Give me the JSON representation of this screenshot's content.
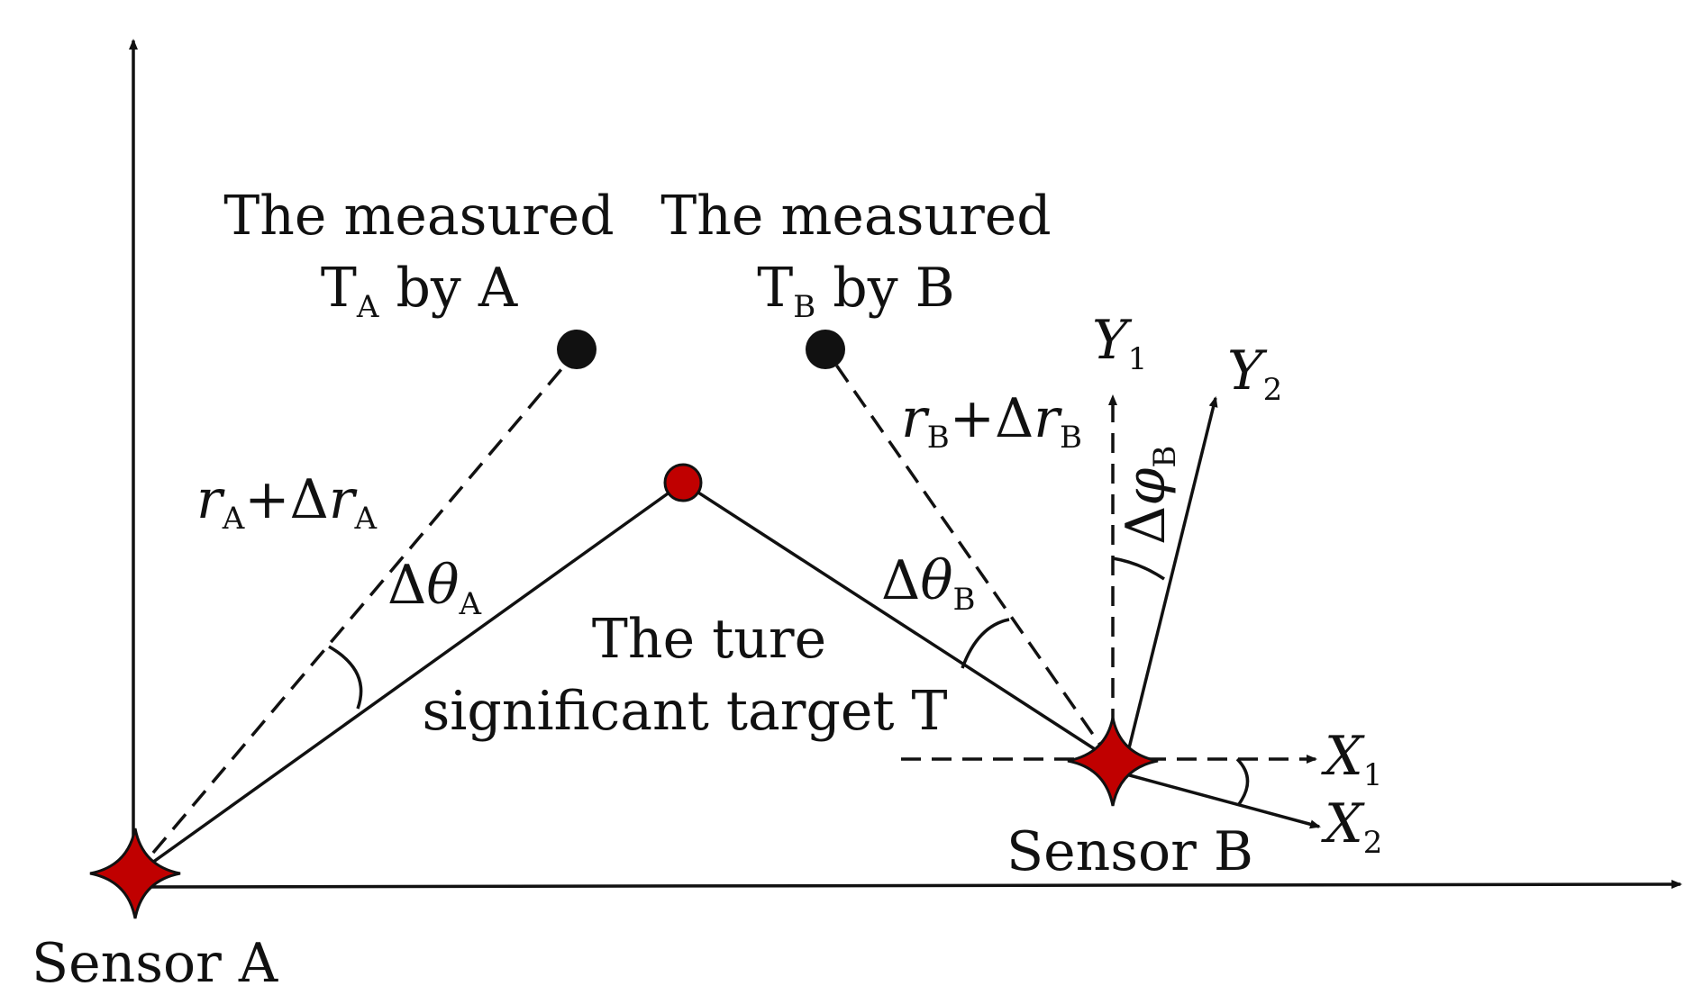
{
  "colors": {
    "ink": "#111111",
    "marker_red": "#c00000",
    "background": "#ffffff"
  },
  "sensors": {
    "a": {
      "label": "Sensor A"
    },
    "b": {
      "label": "Sensor B"
    }
  },
  "targets": {
    "true_target": {
      "line1": "The ture",
      "line2": "significant target T"
    },
    "measured_a": {
      "line1": "The measured",
      "line2_main": "T",
      "line2_sub": "A",
      "line2_rest": " by A"
    },
    "measured_b": {
      "line1": "The measured",
      "line2_main": "T",
      "line2_sub": "B",
      "line2_rest": " by B"
    }
  },
  "math": {
    "range_a": {
      "r": "r",
      "sub": "A",
      "plus_delta": "+Δ"
    },
    "range_b": {
      "r": "r",
      "sub": "B",
      "plus_delta": "+Δ"
    },
    "angle_theta_a": {
      "delta": "Δ",
      "theta": "θ",
      "sub": "A"
    },
    "angle_theta_b": {
      "delta": "Δ",
      "theta": "θ",
      "sub": "B"
    },
    "angle_phi_b": {
      "delta": "Δ",
      "phi": "φ",
      "sub": "B"
    }
  },
  "axes": {
    "y1": {
      "name": "Y",
      "sub": "1"
    },
    "y2": {
      "name": "Y",
      "sub": "2"
    },
    "x1": {
      "name": "X",
      "sub": "1"
    },
    "x2": {
      "name": "X",
      "sub": "2"
    }
  }
}
